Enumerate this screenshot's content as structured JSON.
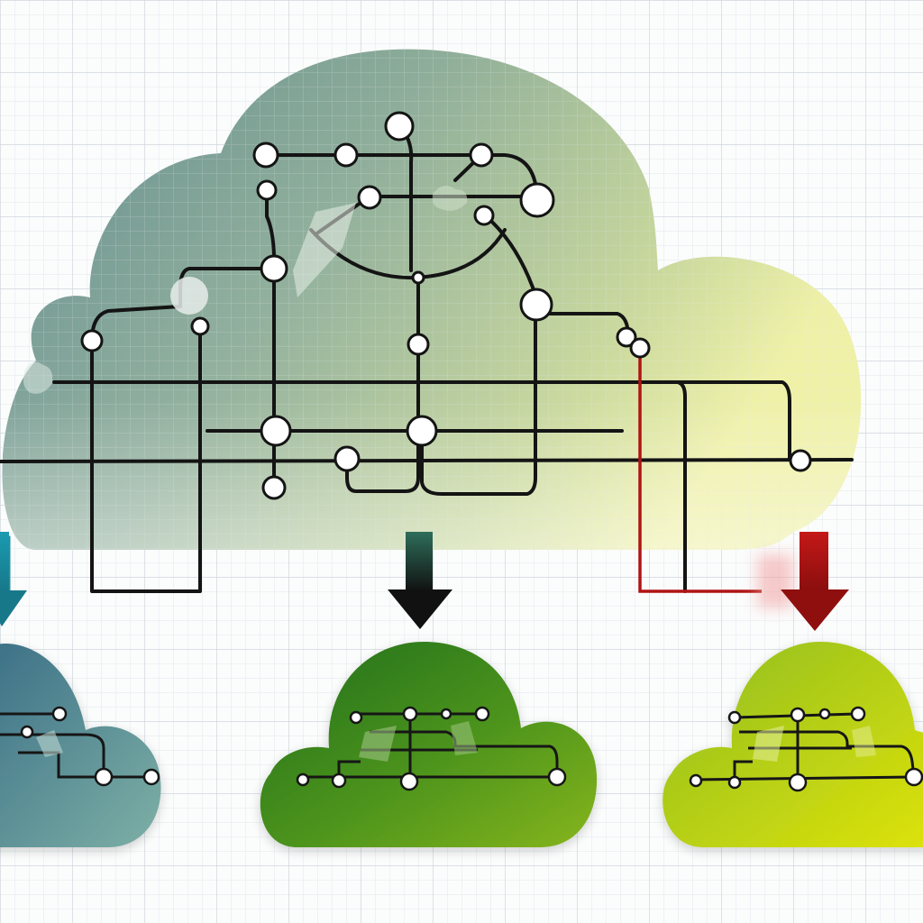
{
  "illustration": {
    "kind": "cloud network diagram",
    "clouds": [
      {
        "id": "main-cloud",
        "role": "source",
        "colors": [
          "#5f8a8e",
          "#a9c08a",
          "#e6ec9a"
        ]
      },
      {
        "id": "child-cloud-left",
        "role": "target",
        "colors": [
          "#3f7d8c",
          "#6aa6a2"
        ]
      },
      {
        "id": "child-cloud-center",
        "role": "target",
        "colors": [
          "#1f7a1f",
          "#7fae1a"
        ]
      },
      {
        "id": "child-cloud-right",
        "role": "target",
        "colors": [
          "#9cc21a",
          "#d6de0a"
        ]
      }
    ],
    "arrows": [
      {
        "id": "arrow-left",
        "color": "#1f8fa3",
        "target": "child-cloud-left"
      },
      {
        "id": "arrow-center",
        "color": "#111111",
        "target": "child-cloud-center"
      },
      {
        "id": "arrow-right",
        "color": "#b01414",
        "target": "child-cloud-right"
      }
    ],
    "colors": {
      "grid_line": "#d6dde2",
      "connector": "#141414",
      "node_fill": "#ffffff",
      "red_connector": "#b01414",
      "teal_connector": "#1f8fa3"
    }
  }
}
